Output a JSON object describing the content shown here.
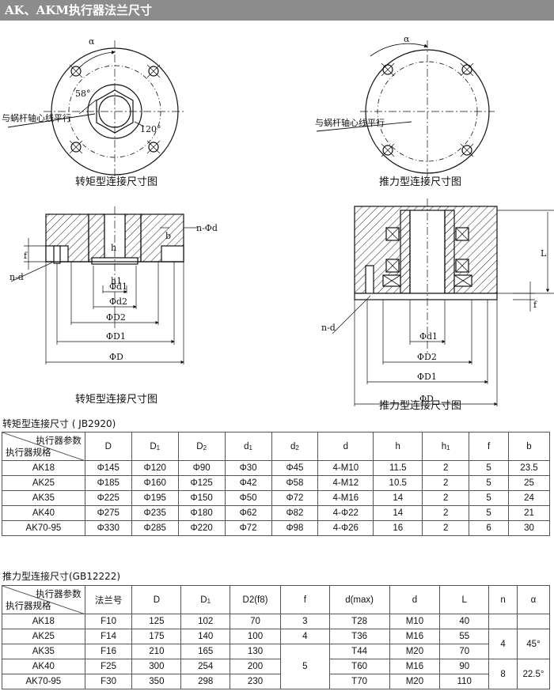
{
  "page_title": "AK、AKM执行器法兰尺寸",
  "drawings": {
    "torque_caption_top": "转矩型连接尺寸图",
    "thrust_caption_top": "推力型连接尺寸图",
    "torque_caption_bottom": "转矩型连接尺寸图",
    "thrust_caption_bottom": "推力型连接尺寸图",
    "worm_parallel_left": "与蜗杆轴心线平行",
    "worm_parallel_right": "与蜗杆轴心线平行",
    "labels": {
      "alpha": "α",
      "angle58": "58°",
      "angle120": "120°",
      "n_phi_d": "n-Φd",
      "n_d": "n-d",
      "f": "f",
      "h": "h",
      "h1": "h1",
      "b": "b",
      "L": "L",
      "phi_d1": "Φd1",
      "phi_d2": "Φd2",
      "phi_D2": "ΦD2",
      "phi_D1": "ΦD1",
      "phi_D": "ΦD"
    }
  },
  "torque_table": {
    "title": "转矩型连接尺寸 ( JB2920)",
    "corner_top": "执行器参数",
    "corner_bottom": "执行器规格",
    "headers": [
      {
        "base": "D",
        "sub": ""
      },
      {
        "base": "D",
        "sub": "1"
      },
      {
        "base": "D",
        "sub": "2"
      },
      {
        "base": "d",
        "sub": "1"
      },
      {
        "base": "d",
        "sub": "2"
      },
      {
        "base": "d",
        "sub": ""
      },
      {
        "base": "h",
        "sub": ""
      },
      {
        "base": "h",
        "sub": "1"
      },
      {
        "base": "f",
        "sub": ""
      },
      {
        "base": "b",
        "sub": ""
      }
    ],
    "rows": [
      [
        "AK18",
        "Φ145",
        "Φ120",
        "Φ90",
        "Φ30",
        "Φ45",
        "4-M10",
        "11.5",
        "2",
        "5",
        "23.5"
      ],
      [
        "AK25",
        "Φ185",
        "Φ160",
        "Φ125",
        "Φ42",
        "Φ58",
        "4-M12",
        "10.5",
        "2",
        "5",
        "25"
      ],
      [
        "AK35",
        "Φ225",
        "Φ195",
        "Φ150",
        "Φ50",
        "Φ72",
        "4-M16",
        "14",
        "2",
        "5",
        "24"
      ],
      [
        "AK40",
        "Φ275",
        "Φ235",
        "Φ180",
        "Φ62",
        "Φ82",
        "4-Φ22",
        "14",
        "2",
        "5",
        "21"
      ],
      [
        "AK70-95",
        "Φ330",
        "Φ285",
        "Φ220",
        "Φ72",
        "Φ98",
        "4-Φ26",
        "16",
        "2",
        "6",
        "30"
      ]
    ]
  },
  "thrust_table": {
    "title": "推力型连接尺寸(GB12222)",
    "corner_top": "执行器参数",
    "corner_bottom": "执行器规格",
    "headers": [
      {
        "base": "法兰号",
        "sub": ""
      },
      {
        "base": "D",
        "sub": ""
      },
      {
        "base": "D",
        "sub": "1"
      },
      {
        "base": "D2(f8)",
        "sub": ""
      },
      {
        "base": "f",
        "sub": ""
      },
      {
        "base": "d(max)",
        "sub": ""
      },
      {
        "base": "d",
        "sub": ""
      },
      {
        "base": "L",
        "sub": ""
      },
      {
        "base": "n",
        "sub": ""
      },
      {
        "base": "α",
        "sub": ""
      }
    ],
    "rows": [
      [
        "AK18",
        "F10",
        "125",
        "102",
        "70",
        "3",
        "T28",
        "M10",
        "40"
      ],
      [
        "AK25",
        "F14",
        "175",
        "140",
        "100",
        "4",
        "T36",
        "M16",
        "55"
      ],
      [
        "AK35",
        "F16",
        "210",
        "165",
        "130",
        "",
        "T44",
        "M20",
        "70"
      ],
      [
        "AK40",
        "F25",
        "300",
        "254",
        "200",
        "5",
        "T60",
        "M16",
        "90"
      ],
      [
        "AK70-95",
        "F30",
        "350",
        "298",
        "230",
        "",
        "T70",
        "M20",
        "110"
      ]
    ],
    "n_group1": "4",
    "alpha_group1": "45°",
    "n_group2": "8",
    "alpha_group2": "22.5°"
  }
}
